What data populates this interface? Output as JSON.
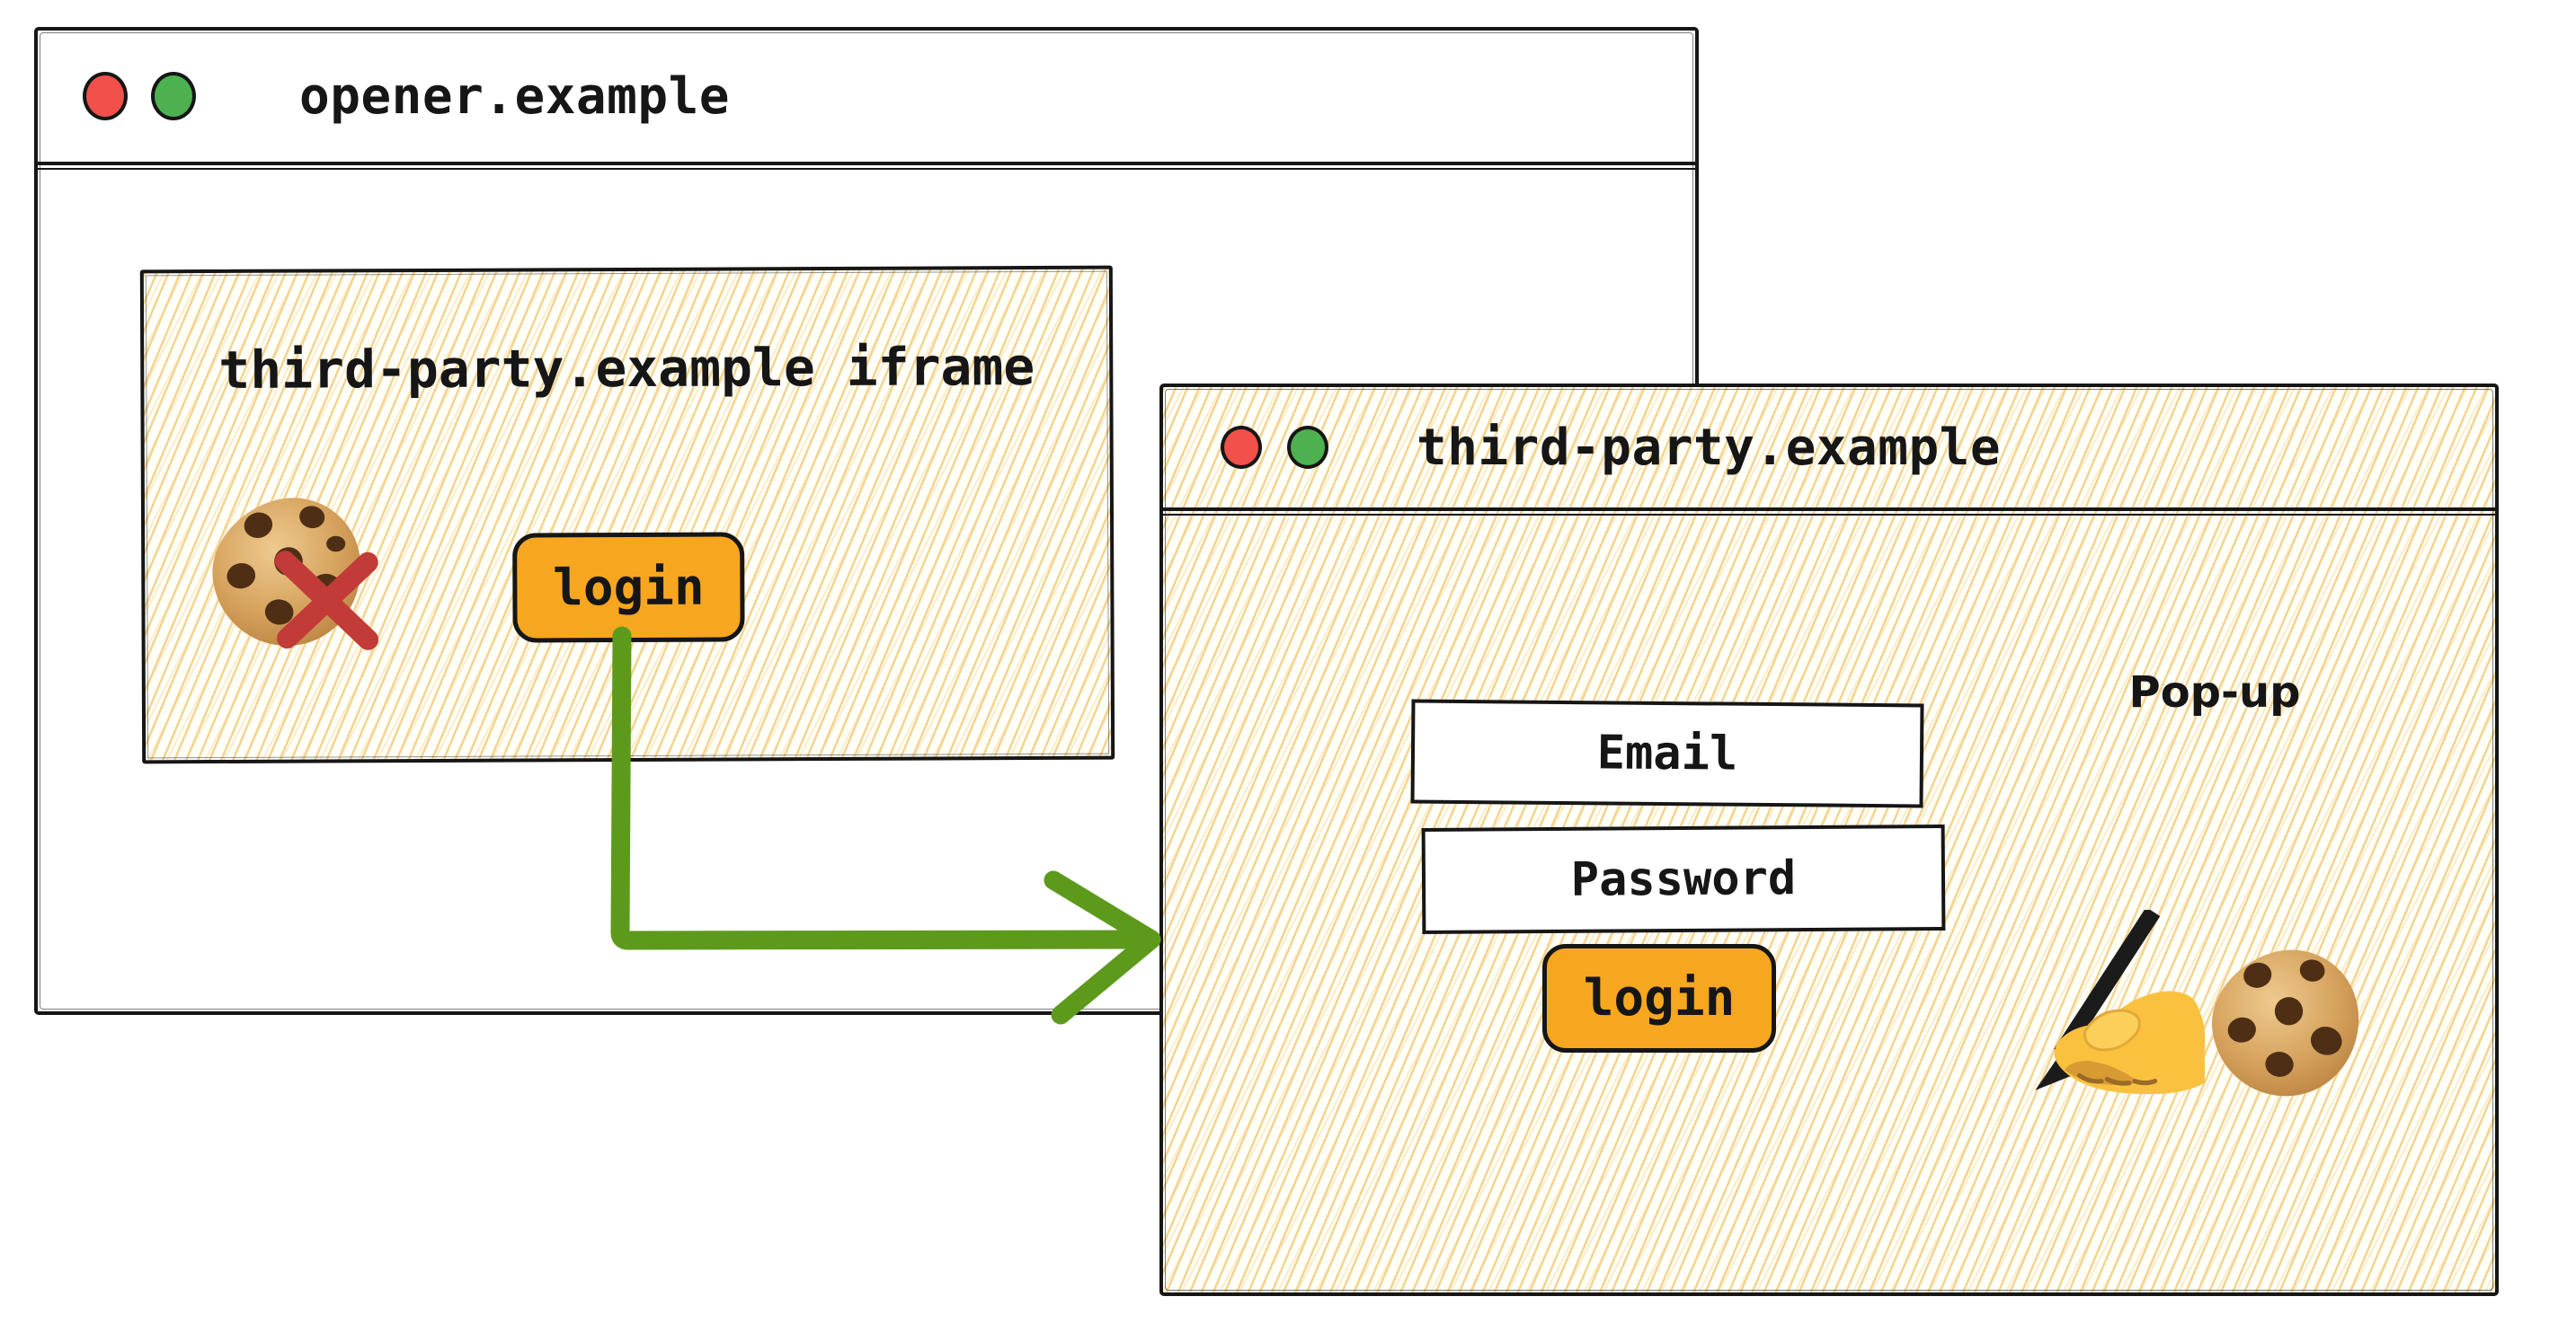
{
  "opener_window": {
    "title": "opener.example",
    "traffic_lights": [
      "red",
      "green"
    ],
    "iframe": {
      "title": "third-party.example iframe",
      "login_button": "login",
      "icons": [
        "cookie",
        "red-cross-blocked"
      ]
    }
  },
  "popup_window": {
    "title": "third-party.example",
    "traffic_lights": [
      "red",
      "green"
    ],
    "annotation": "Pop-up",
    "form": {
      "email_field": "Email",
      "password_field": "Password",
      "login_button": "login"
    },
    "icons": [
      "writing-hand",
      "cookie"
    ]
  },
  "flow_arrow": {
    "from": "iframe login button",
    "to": "pop-up window",
    "color": "#5d9a1c"
  },
  "colors": {
    "border_black": "#161616",
    "button_orange": "#f7a71f",
    "arrow_green": "#5d9a1c",
    "cross_red": "#c23b38",
    "traffic_red": "#f2504b",
    "traffic_green": "#4db14f",
    "hatch_line": "#f3d492",
    "hatch_background": "#fffef7"
  }
}
